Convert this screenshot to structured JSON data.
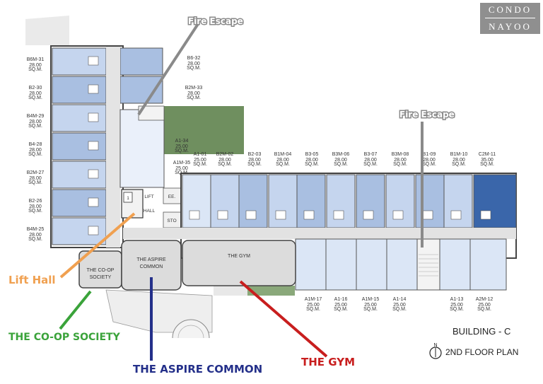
{
  "logo": {
    "line1": "CONDO",
    "line2": "NAYOO"
  },
  "building_label": "BUILDING - C",
  "floor_label": "2ND FLOOR PLAN",
  "north_symbol": "N",
  "callouts": {
    "fire_escape_top": "Fire Escape",
    "fire_escape_right": "Fire Escape",
    "lift_hall": "Lift Hall",
    "coop_society": "THE CO-OP SOCIETY",
    "aspire_common": "THE ASPIRE COMMON",
    "gym": "THE GYM"
  },
  "callout_colors": {
    "fire_escape": "#8a8a8a",
    "lift_hall": "#f0a050",
    "coop_society": "#3aa33a",
    "aspire_common": "#24308a",
    "gym": "#c81e1e"
  },
  "rooms": {
    "lift_hall": [
      "LIFT",
      "HALL"
    ],
    "lift_number": "1",
    "ee": "EE.",
    "sto": "STO",
    "aspire_common": [
      "THE ASPIRE",
      "COMMON"
    ],
    "gym": "THE GYM",
    "coop": [
      "THE CO-OP",
      "SOCIETY"
    ]
  },
  "unit_colors": {
    "b_type": "#a9bfe1",
    "b_alt": "#c5d5ee",
    "a_type": "#dbe6f6",
    "c_type": "#3a66aa"
  },
  "left_units": [
    {
      "code": "B6M-31",
      "area": "28.00",
      "unit": "SQ.M."
    },
    {
      "code": "B2-30",
      "area": "28.00",
      "unit": "SQ.M."
    },
    {
      "code": "B4M-29",
      "area": "28.00",
      "unit": "SQ.M."
    },
    {
      "code": "B4-28",
      "area": "28.00",
      "unit": "SQ.M."
    },
    {
      "code": "B2M-27",
      "area": "28.00",
      "unit": "SQ.M."
    },
    {
      "code": "B2-26",
      "area": "28.00",
      "unit": "SQ.M."
    },
    {
      "code": "B4M-25",
      "area": "28.00",
      "unit": "SQ.M."
    }
  ],
  "inner_units": [
    {
      "code": "B6-32",
      "area": "28.00",
      "unit": "SQ.M."
    },
    {
      "code": "B2M-33",
      "area": "28.00",
      "unit": "SQ.M."
    },
    {
      "code": "A1-34",
      "area": "25.00",
      "unit": "SQ.M."
    },
    {
      "code": "A1M-35",
      "area": "25.00",
      "unit": "SQ.M."
    }
  ],
  "top_units": [
    {
      "code": "A1-01",
      "area": "25.00",
      "unit": "SQ.M."
    },
    {
      "code": "B2M-02",
      "area": "28.00",
      "unit": "SQ.M."
    },
    {
      "code": "B2-03",
      "area": "28.00",
      "unit": "SQ.M."
    },
    {
      "code": "B1M-04",
      "area": "28.00",
      "unit": "SQ.M."
    },
    {
      "code": "B3-05",
      "area": "28.00",
      "unit": "SQ.M."
    },
    {
      "code": "B3M-06",
      "area": "28.00",
      "unit": "SQ.M."
    },
    {
      "code": "B3-07",
      "area": "28.00",
      "unit": "SQ.M."
    },
    {
      "code": "B3M-08",
      "area": "28.00",
      "unit": "SQ.M."
    },
    {
      "code": "B1-09",
      "area": "28.00",
      "unit": "SQ.M."
    },
    {
      "code": "B1M-10",
      "area": "28.00",
      "unit": "SQ.M."
    },
    {
      "code": "C2M-11",
      "area": "35.00",
      "unit": "SQ.M."
    }
  ],
  "bottom_units": [
    {
      "code": "A1M-17",
      "area": "25.00",
      "unit": "SQ.M."
    },
    {
      "code": "A1-16",
      "area": "25.00",
      "unit": "SQ.M."
    },
    {
      "code": "A1M-15",
      "area": "25.00",
      "unit": "SQ.M."
    },
    {
      "code": "A1-14",
      "area": "25.00",
      "unit": "SQ.M."
    },
    {
      "code": "A1-13",
      "area": "25.00",
      "unit": "SQ.M."
    },
    {
      "code": "A2M-12",
      "area": "25.00",
      "unit": "SQ.M."
    }
  ]
}
